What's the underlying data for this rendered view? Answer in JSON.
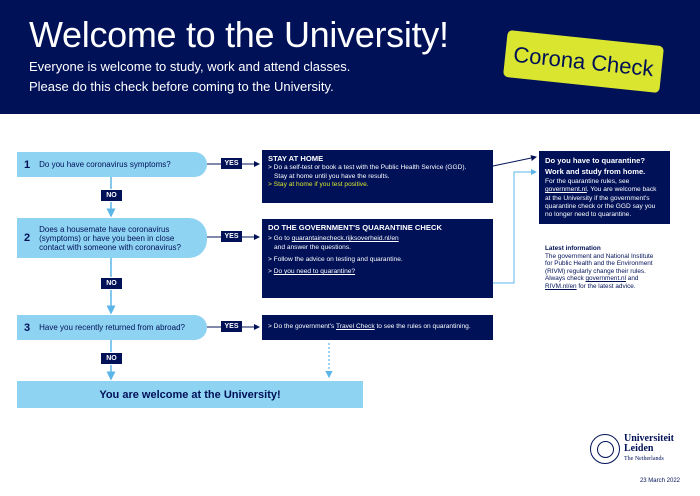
{
  "header": {
    "title": "Welcome to the University!",
    "subtitle_line1": "Everyone is welcome to study, work and attend classes.",
    "subtitle_line2": "Please do this check before coming to the University.",
    "badge": "Corona Check"
  },
  "questions": [
    {
      "number": "1",
      "text": "Do you have coronavirus symptoms?"
    },
    {
      "number": "2",
      "lines": [
        "Does a housemate have coronavirus",
        "(symptoms) or have you been in close",
        "contact with someone with coronavirus?"
      ]
    },
    {
      "number": "3",
      "text": "Have you recently returned from abroad?"
    }
  ],
  "labels": {
    "yes": "YES",
    "no": "NO"
  },
  "answers": {
    "stay_home": {
      "heading": "STAY AT HOME",
      "line1": "> Do a self-test or book a test with the Public Health Service (GGD).",
      "line2": "Stay at home until you have the results.",
      "line3": "> Stay at home if you test positive."
    },
    "quarantine_check": {
      "heading": "DO THE GOVERNMENT'S QUARANTINE CHECK",
      "line1_prefix": "> Go to ",
      "line1_link": "quarantainecheck.rijksoverheid.nl/en",
      "line2": "and answer the questions.",
      "line3": "> Follow the advice on testing and quarantine.",
      "line4_prefix": "> ",
      "line4_link": "Do you need to quarantine?"
    },
    "travel_check": {
      "prefix": "> Do the government's ",
      "link": "Travel Check",
      "suffix": " to see the rules on quarantining."
    },
    "quarantine_box": {
      "heading1": "Do you have to quarantine?",
      "heading2": "Work and study from home.",
      "line1": "For the quarantine rules, see",
      "line2_link": "government.nl",
      "line2_suffix": ". You are welcome back",
      "line3": "at the University if the government's",
      "line4": "quarantine check or the GGD say you",
      "line5": "no longer need to quarantine."
    }
  },
  "welcome": "You are welcome at the University!",
  "latest_info": {
    "heading": "Latest information",
    "line1": "The government and National Institute",
    "line2": "for Public Health and the Environment",
    "line3": "(RIVM) regularly change their rules.",
    "line4_prefix": "Always check ",
    "line4_link": "government.nl",
    "line4_suffix": " and",
    "line5_link": "RIVM.nl/en",
    "line5_suffix": " for the latest advice."
  },
  "logo": {
    "line1": "Universiteit",
    "line2": "Leiden",
    "line3": "The Netherlands"
  },
  "date": "23 March 2022",
  "colors": {
    "navy": "#001158",
    "light_blue": "#8fd3f2",
    "accent_yellow": "#d9e52e",
    "arrow_blue": "#5bb5e8"
  }
}
